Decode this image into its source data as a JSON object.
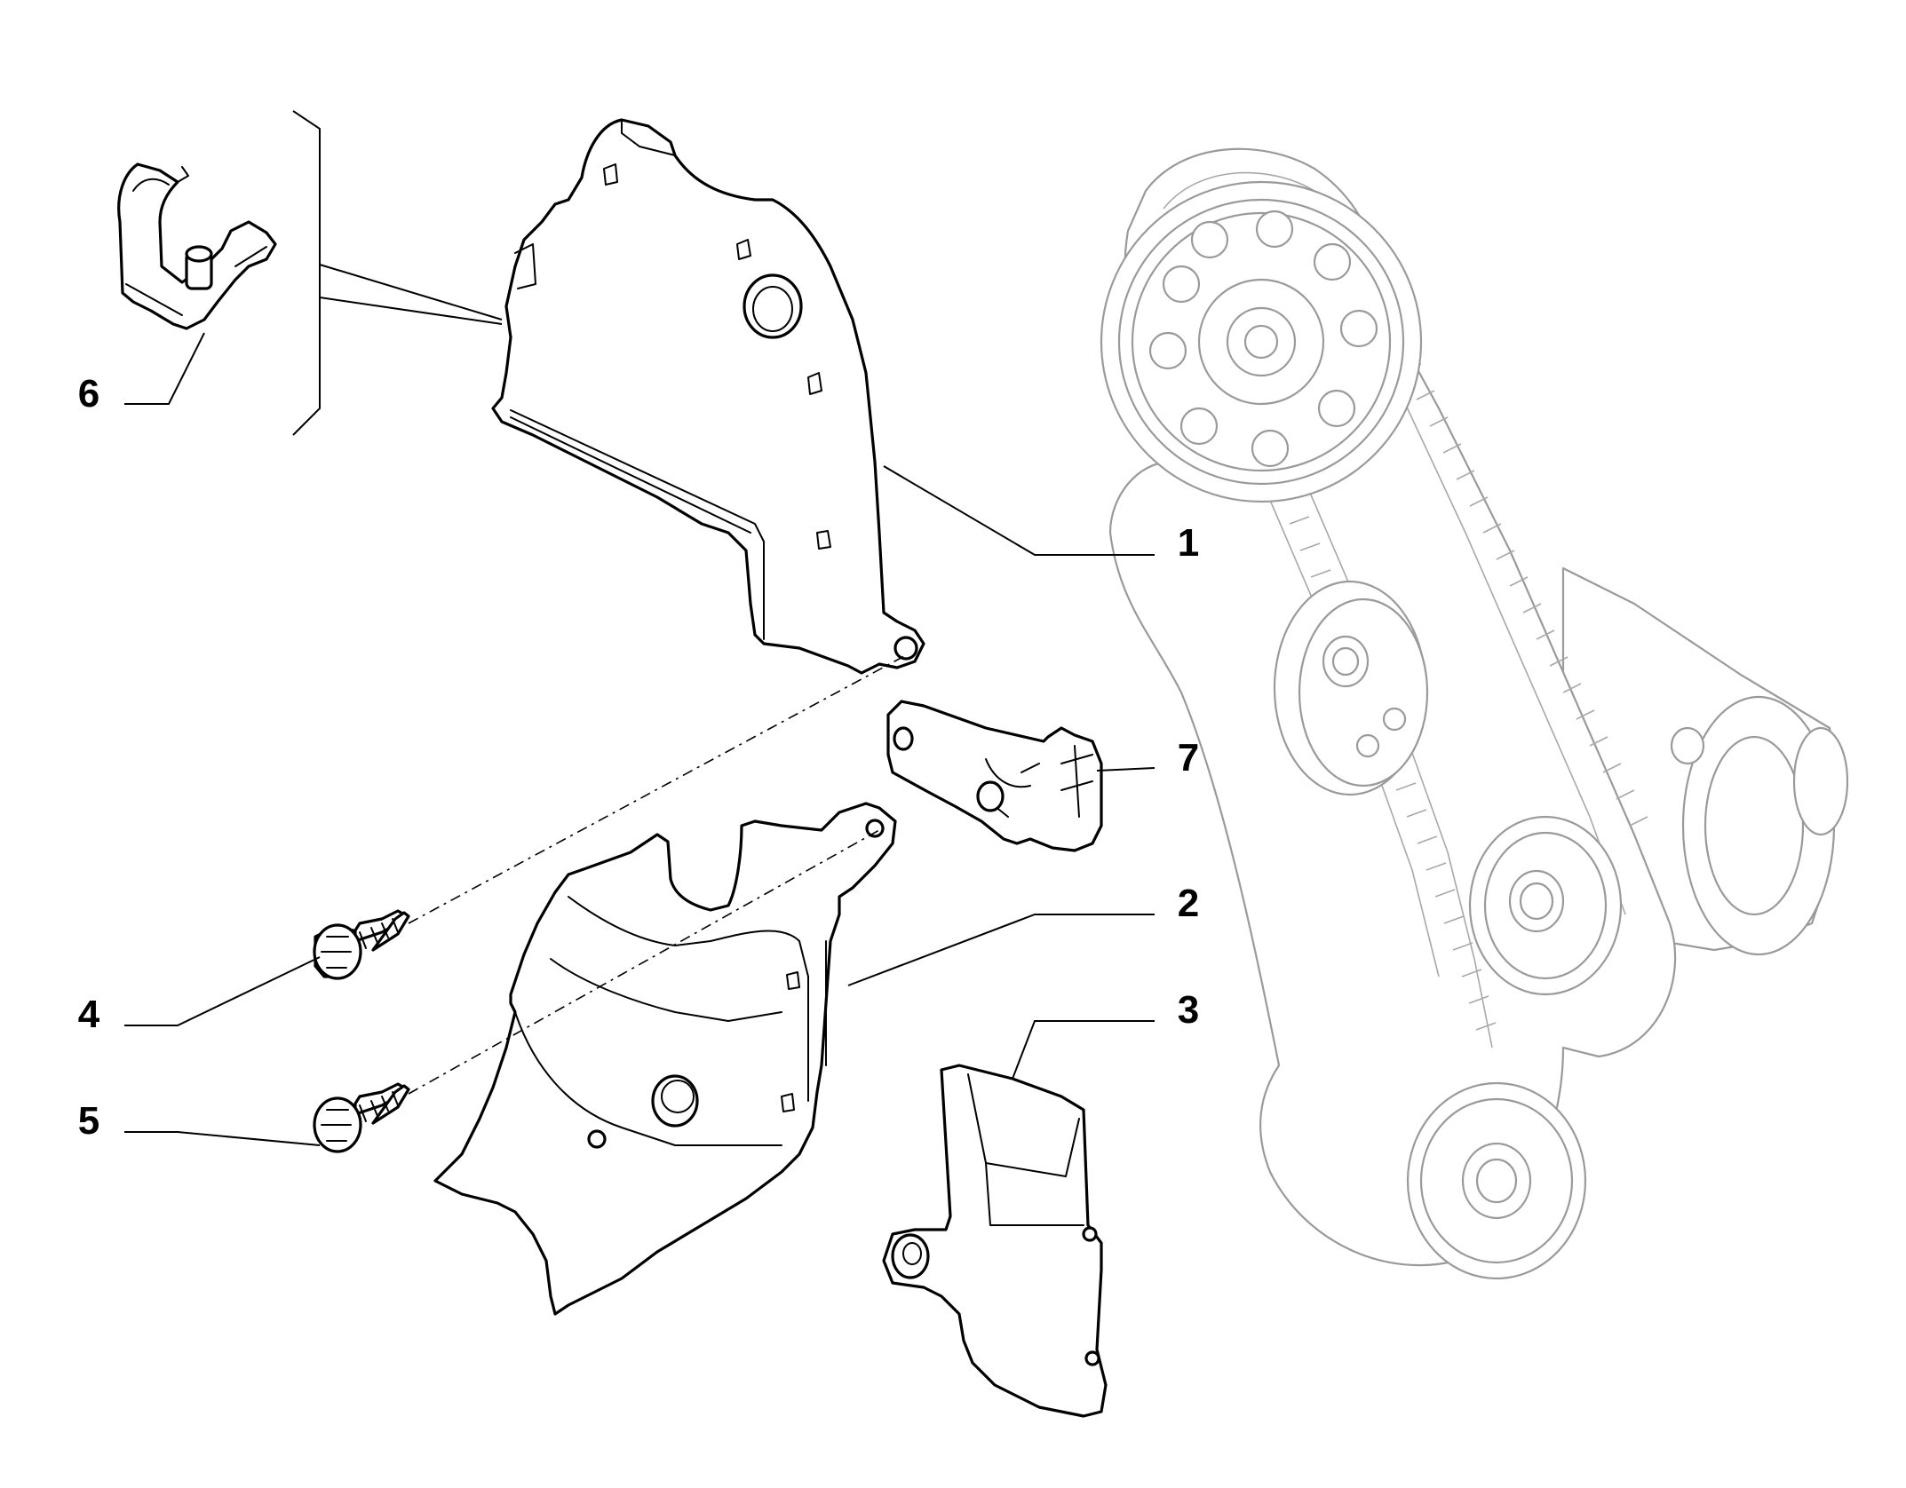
{
  "callouts": [
    {
      "label": "1"
    },
    {
      "label": "2"
    },
    {
      "label": "3"
    },
    {
      "label": "4"
    },
    {
      "label": "5"
    },
    {
      "label": "6"
    },
    {
      "label": "7"
    }
  ],
  "colors": {
    "line": "#000000",
    "ghost": "#9a9a9a",
    "background": "#ffffff"
  }
}
